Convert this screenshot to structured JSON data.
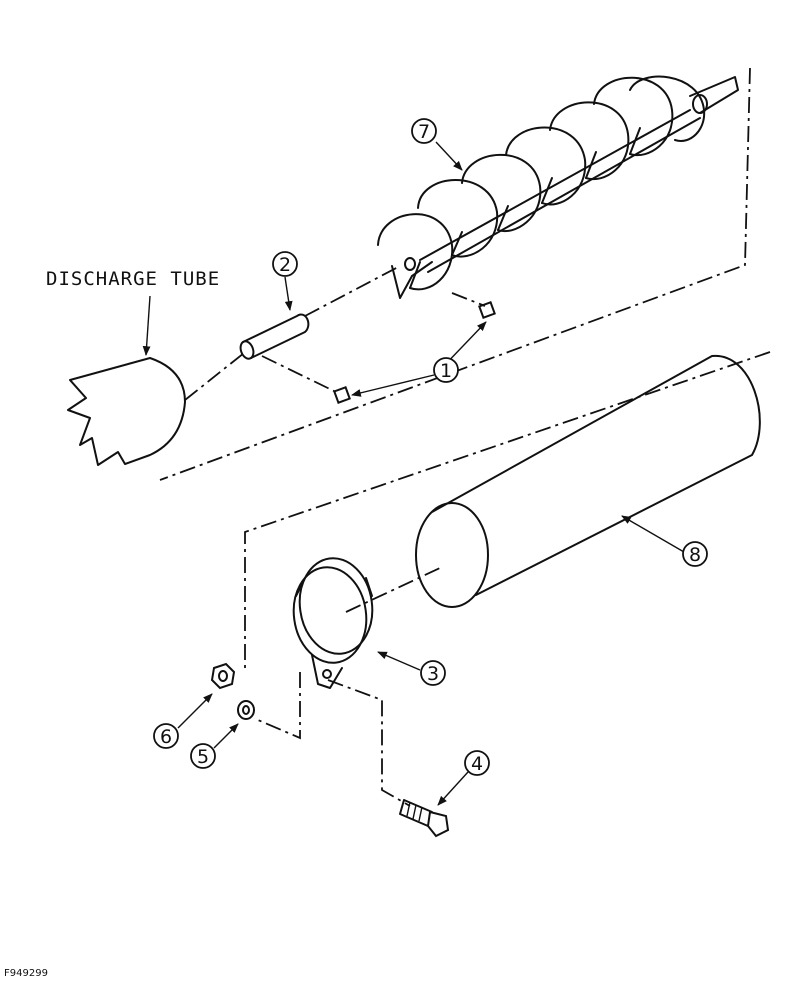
{
  "labels": {
    "discharge_tube": "DISCHARGE TUBE"
  },
  "callouts": [
    "1",
    "2",
    "3",
    "4",
    "5",
    "6",
    "7",
    "8"
  ],
  "figure_id": "F949299"
}
